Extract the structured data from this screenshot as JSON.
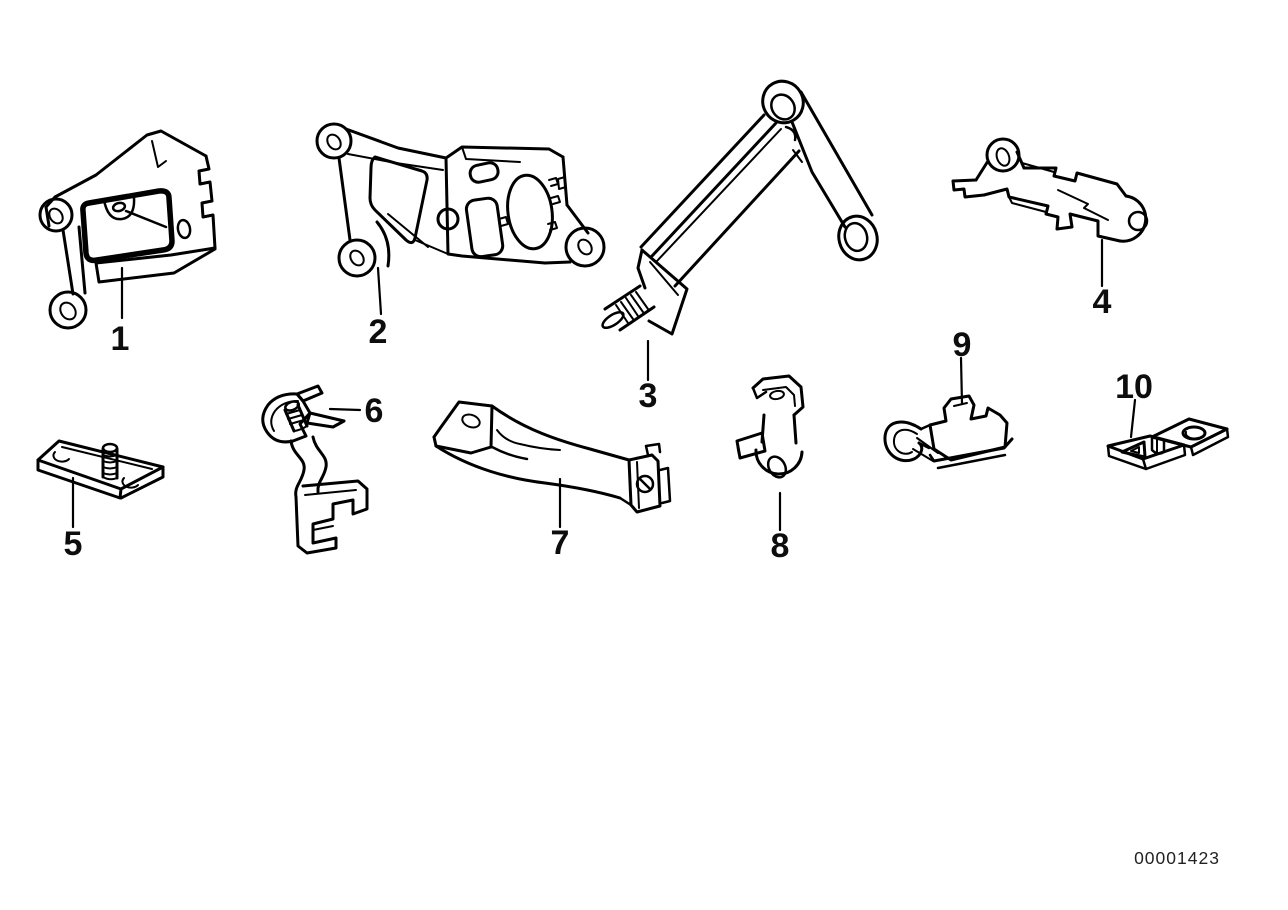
{
  "diagram": {
    "document_number": "00001423",
    "colors": {
      "background": "#ffffff",
      "line": "#000000",
      "label": "#0d0d0d"
    },
    "parts": [
      {
        "label": "1"
      },
      {
        "label": "2"
      },
      {
        "label": "3"
      },
      {
        "label": "4"
      },
      {
        "label": "5"
      },
      {
        "label": "6"
      },
      {
        "label": "7"
      },
      {
        "label": "8"
      },
      {
        "label": "9"
      },
      {
        "label": "10"
      }
    ]
  }
}
